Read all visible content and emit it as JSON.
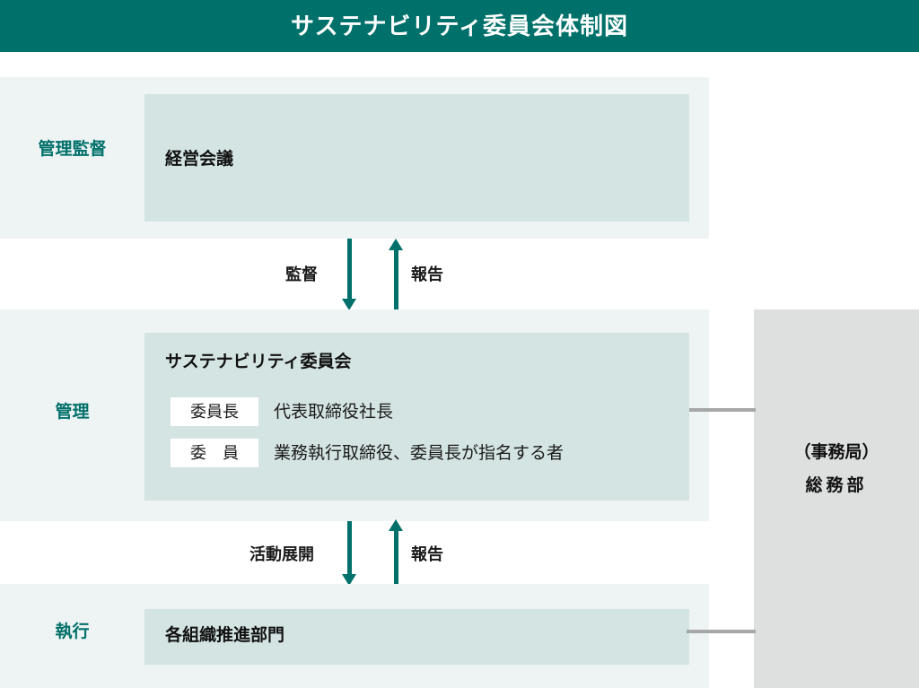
{
  "header": {
    "title": "サステナビリティ委員会体制図",
    "background_color": "#00706a",
    "text_color": "#ffffff"
  },
  "theme": {
    "accent_teal": "#00706a",
    "band_background": "#eef3f4",
    "unit_box_background": "#d3e4e2",
    "secretariat_background": "#dedfdf",
    "connector_gray": "#a6a8a8"
  },
  "levels": [
    {
      "label": "管理監督",
      "unit": {
        "title": "経営会議"
      }
    },
    {
      "label": "管理",
      "unit": {
        "title": "サステナビリティ委員会",
        "members": [
          {
            "role": "委員長",
            "name": "代表取締役社長"
          },
          {
            "role": "委　員",
            "name": "業務執行取締役、委員長が指名する者"
          }
        ]
      }
    },
    {
      "label": "執行",
      "unit": {
        "title": "各組織推進部門"
      }
    }
  ],
  "arrows": {
    "top": [
      {
        "label": "監督",
        "direction": "down"
      },
      {
        "label": "報告",
        "direction": "up"
      }
    ],
    "bottom": [
      {
        "label": "活動展開",
        "direction": "down"
      },
      {
        "label": "報告",
        "direction": "up"
      }
    ]
  },
  "secretariat": {
    "line1": "（事務局）",
    "line2": "総務部"
  }
}
